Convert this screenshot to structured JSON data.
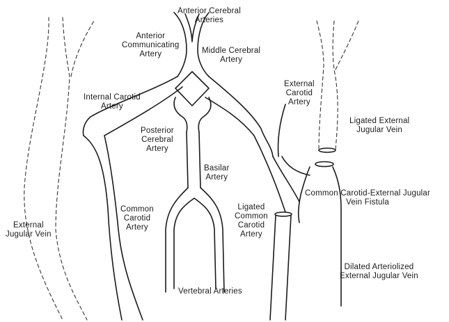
{
  "labels": {
    "anterior_cerebral": "Anterior Cerebral\nArteries",
    "anterior_communicating": "Anterior\nCommunicating\nArtery",
    "middle_cerebral": "Middle Cerebral\nArtery",
    "internal_carotid": "Internal Carotid\nArtery",
    "external_carotid": "External\nCarotid\nArtery",
    "ligated_external_jugular": "Ligated External\nJugular Vein",
    "posterior_cerebral": "Posterior\nCerebral\nArtery",
    "basilar": "Basilar\nArtery",
    "fistula": "Common Carotid-External Jugular\nVein Fistula",
    "common_carotid": "Common\nCarotid\nArtery",
    "ligated_common_carotid": "Ligated\nCommon\nCarotid\nArtery",
    "external_jugular": "External\nJugular Vein",
    "dilated_arteriolized": "Dilated Arteriolized\nExternal Jugular Vein",
    "vertebral": "Vertebral Arteries"
  }
}
